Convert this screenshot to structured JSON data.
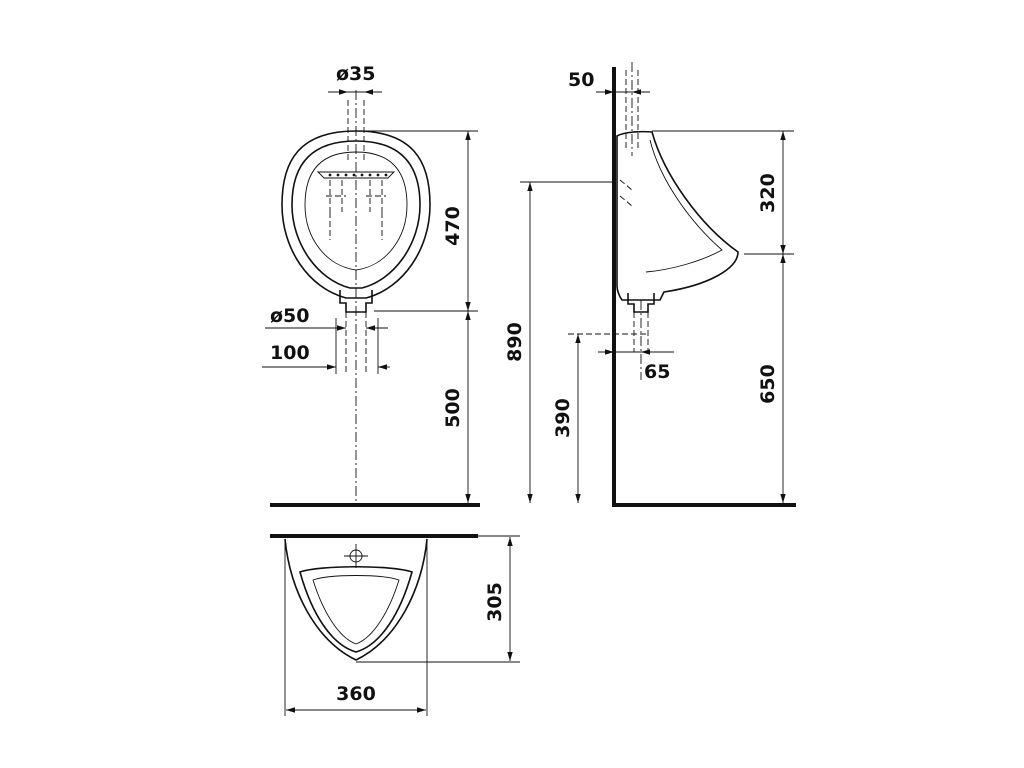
{
  "front_view": {
    "dims": {
      "outlet_diameter": "ø35",
      "drain_diameter": "ø50",
      "drain_offset": "100",
      "body_height": "470",
      "drain_height": "500"
    }
  },
  "side_view": {
    "dims": {
      "inlet_wall_offset": "50",
      "inlet_height": "320",
      "drain_wall_offset": "65",
      "top_height": "890",
      "drain_floor_height": "390",
      "rim_height": "650"
    }
  },
  "top_view": {
    "dims": {
      "depth": "305",
      "width": "360"
    }
  }
}
